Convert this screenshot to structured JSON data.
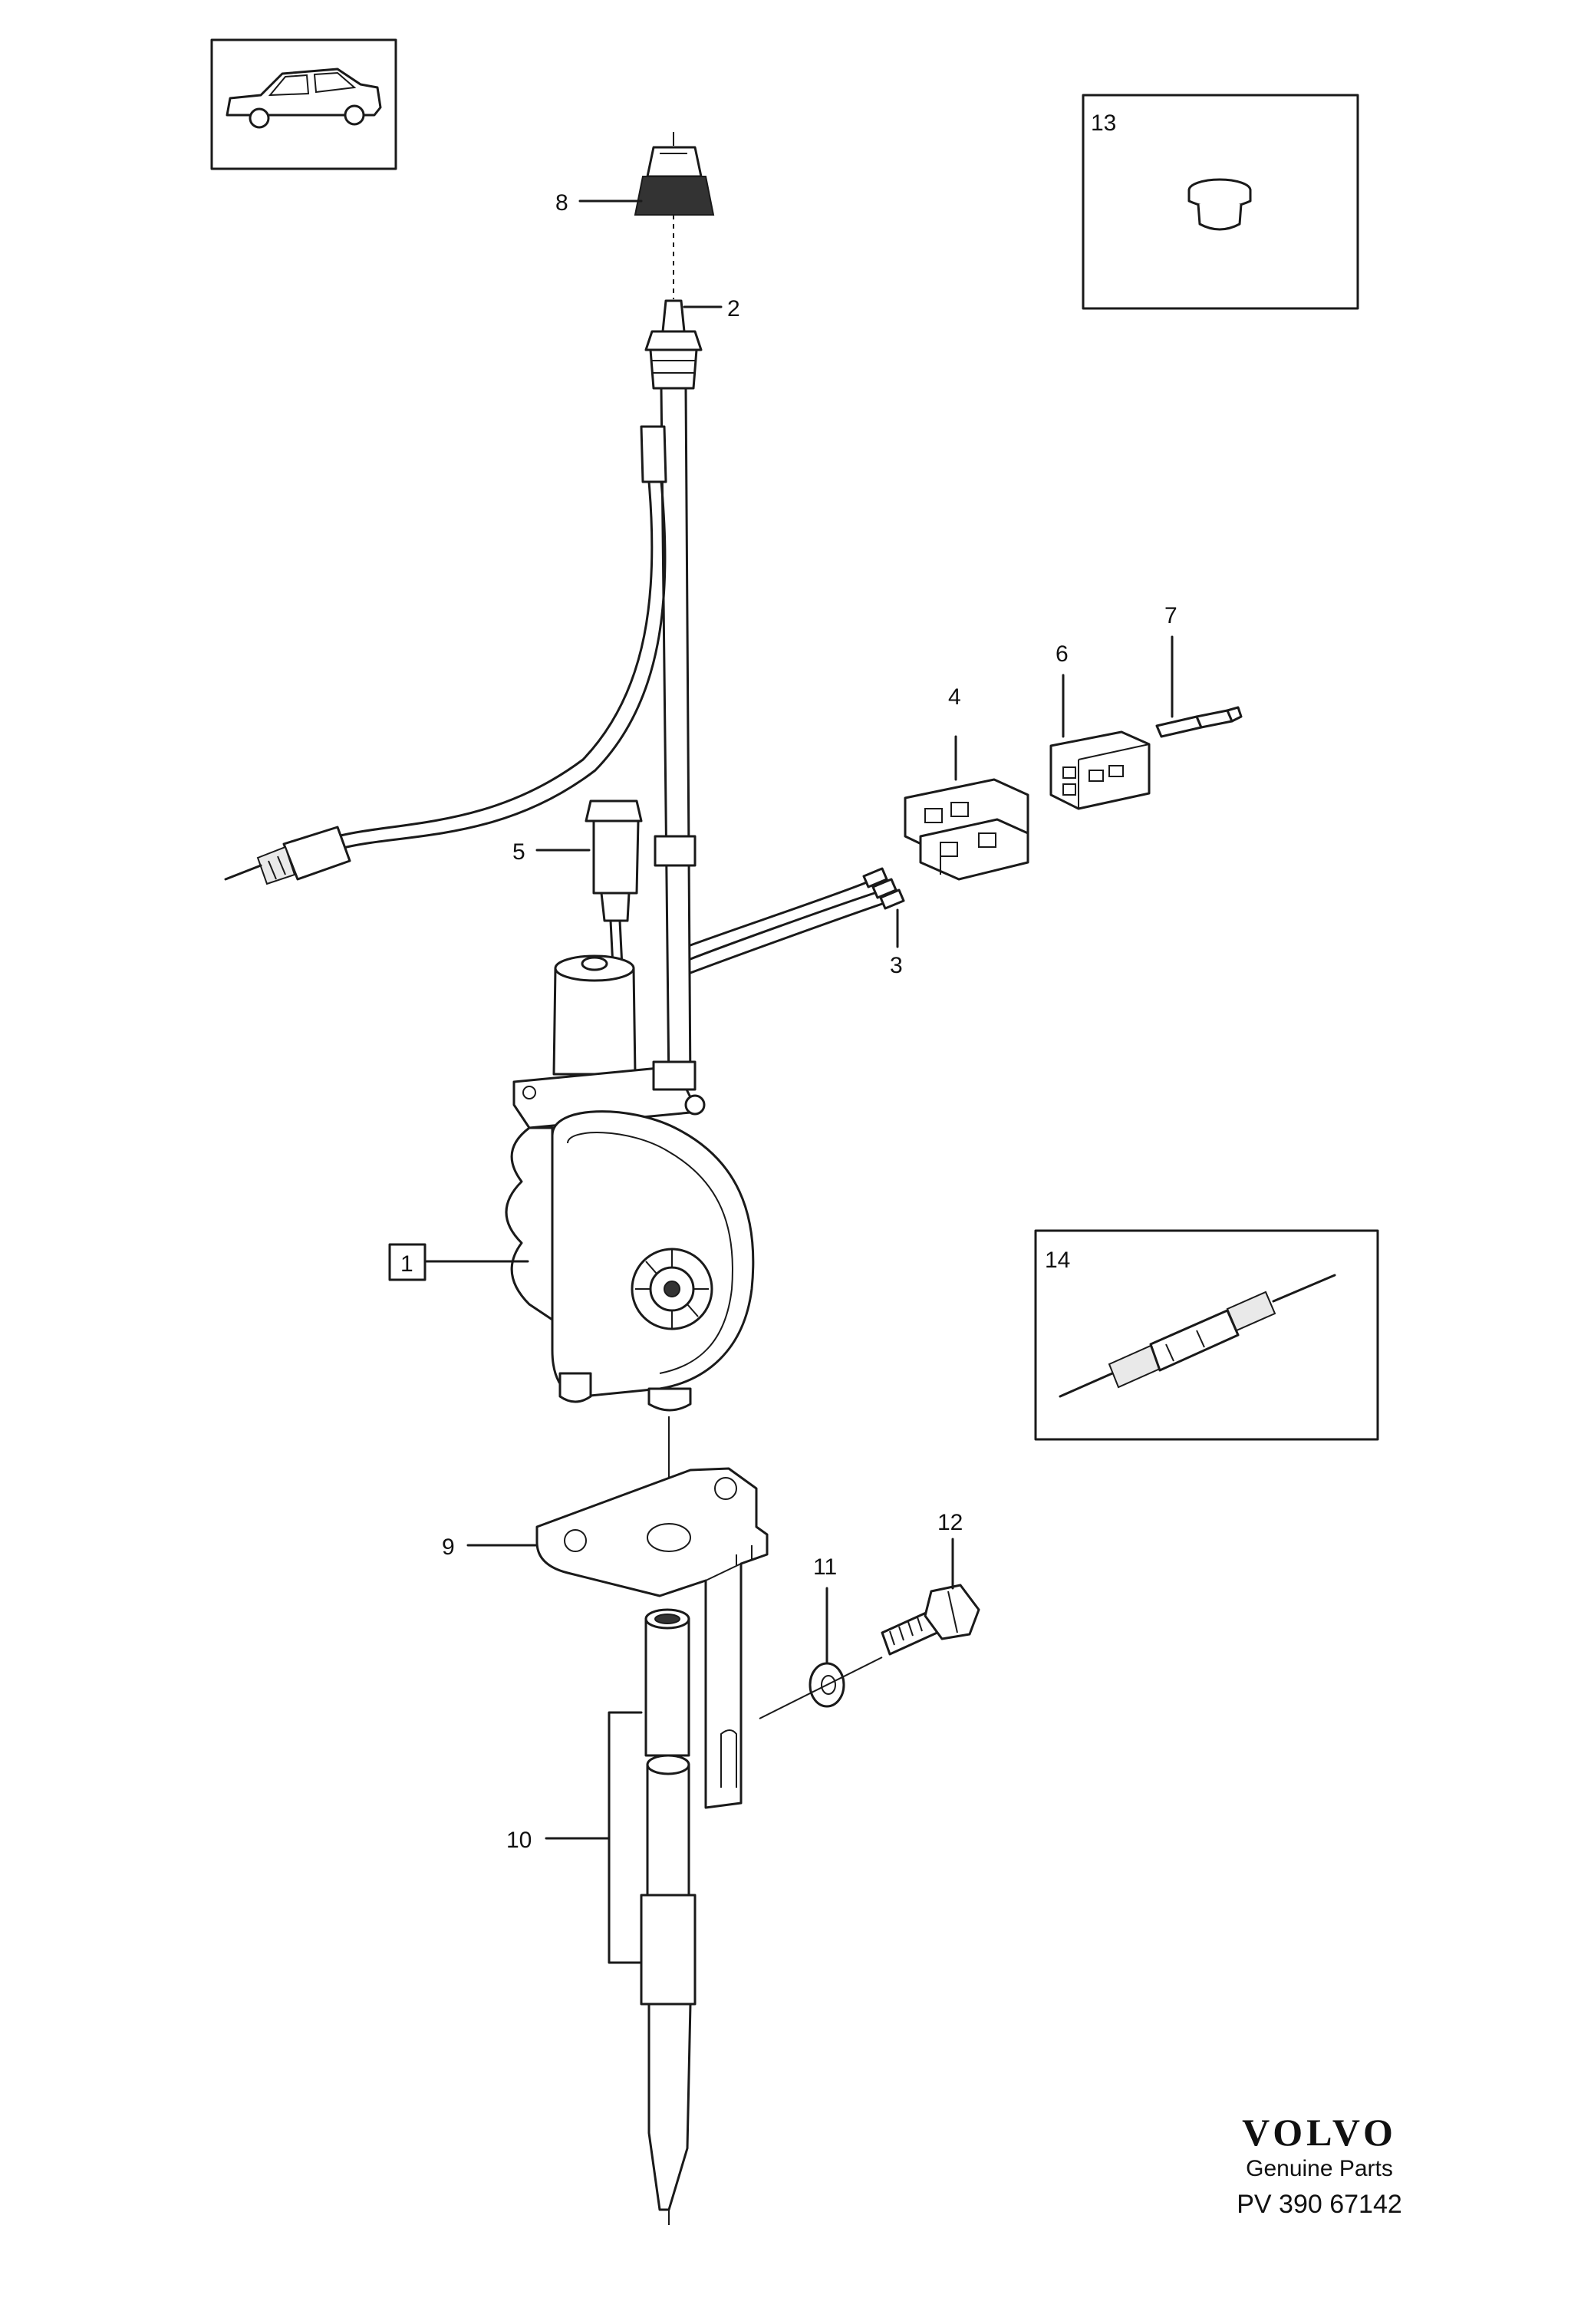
{
  "callouts": {
    "p1": "1",
    "p2": "2",
    "p3": "3",
    "p4": "4",
    "p5": "5",
    "p6": "6",
    "p7": "7",
    "p8": "8",
    "p9": "9",
    "p10": "10",
    "p11": "11",
    "p12": "12",
    "p13": "13",
    "p14": "14"
  },
  "logo": {
    "brand": "VOLVO",
    "subtitle": "Genuine Parts",
    "code": "PV 390 67142"
  }
}
